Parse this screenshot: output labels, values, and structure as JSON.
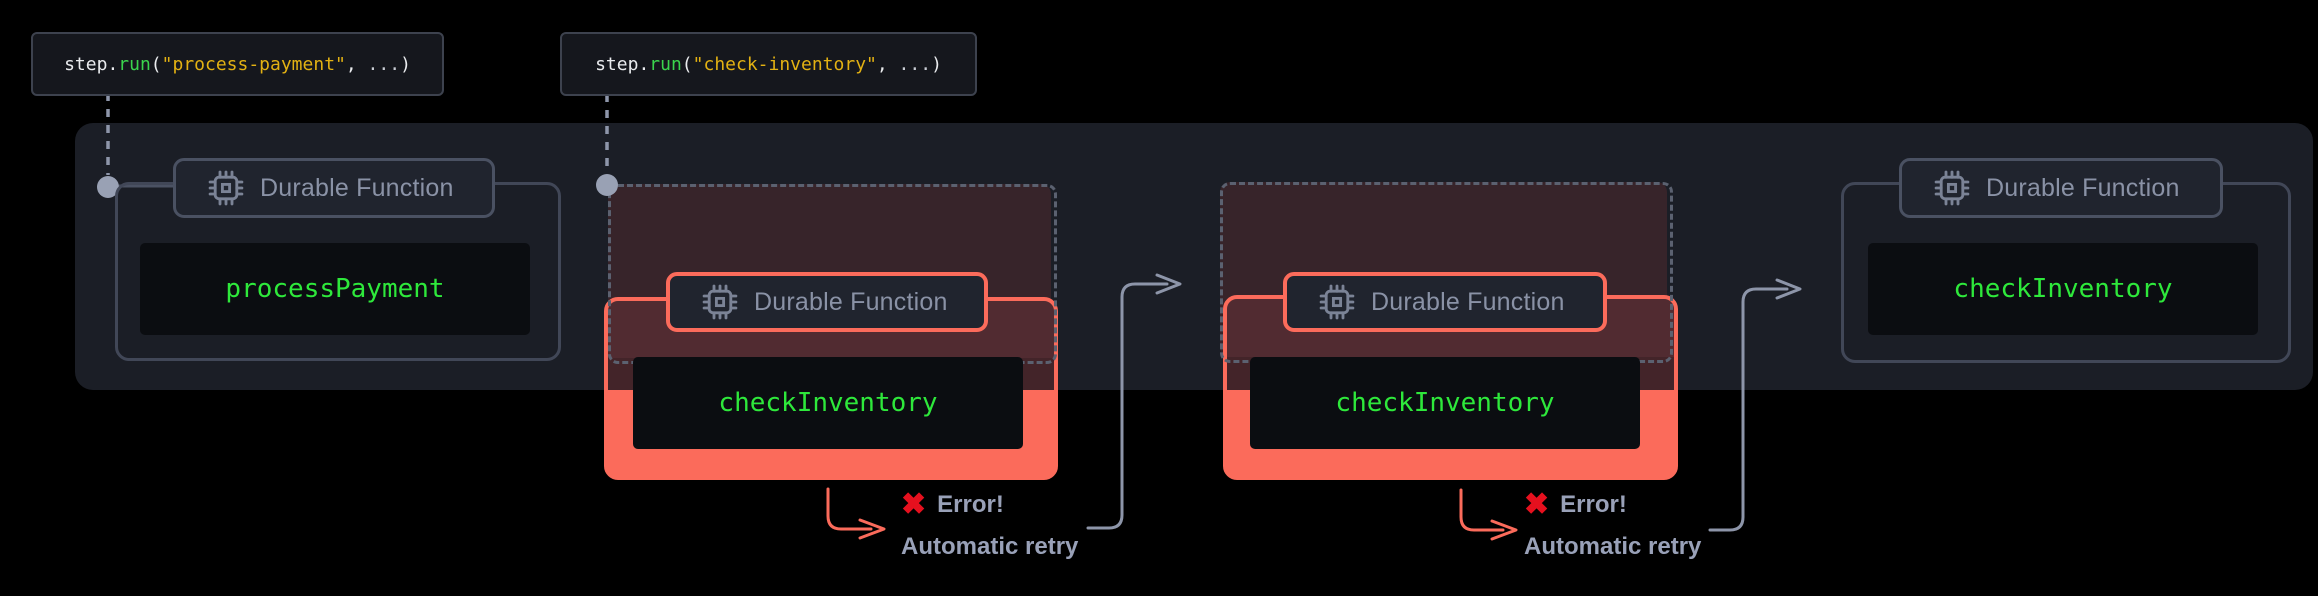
{
  "code_labels": [
    {
      "obj": "step",
      "dot": ".",
      "method": "run",
      "open": "(",
      "arg": "\"process-payment\"",
      "comma": ",",
      "ellipsis": " ...",
      "close": ")"
    },
    {
      "obj": "step",
      "dot": ".",
      "method": "run",
      "open": "(",
      "arg": "\"check-inventory\"",
      "comma": ",",
      "ellipsis": " ...",
      "close": ")"
    }
  ],
  "badge_label": "Durable Function",
  "functions": [
    "processPayment",
    "checkInventory",
    "checkInventory",
    "checkInventory"
  ],
  "error_label": "Error!",
  "retry_label": "Automatic retry",
  "colors": {
    "accent_red": "#fb6b5b",
    "code_method_green": "#3bd44d",
    "code_string_gold": "#e2b113",
    "function_green": "#2ee83b",
    "error_x_red": "#e6101e",
    "node_gray": "#99a1b4",
    "panel_bg": "#1b1e26"
  }
}
